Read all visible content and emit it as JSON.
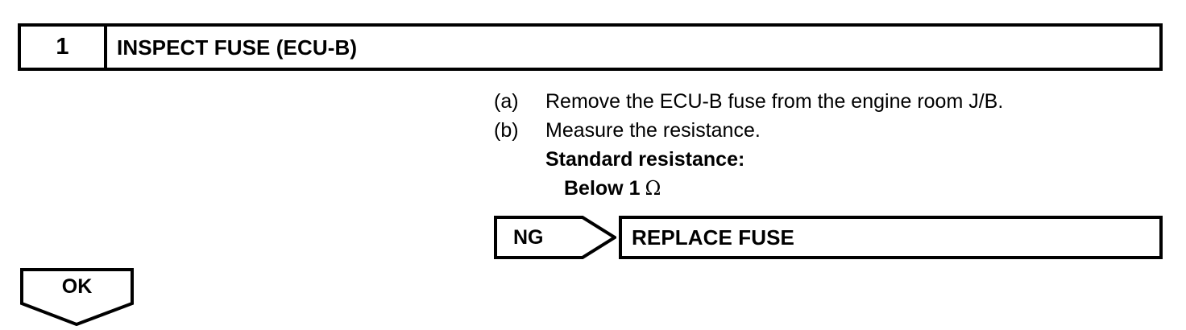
{
  "step": {
    "number": "1",
    "title": "INSPECT FUSE (ECU-B)"
  },
  "instructions": [
    {
      "marker": "(a)",
      "text": "Remove the ECU-B fuse from the engine room J/B."
    },
    {
      "marker": "(b)",
      "text": "Measure the resistance."
    },
    {
      "marker": "",
      "text": "Standard resistance:"
    },
    {
      "marker": "",
      "text": "Below 1",
      "unit": "Ω"
    }
  ],
  "branches": {
    "ng": {
      "label": "NG",
      "action": "REPLACE FUSE"
    },
    "ok": {
      "label": "OK"
    }
  },
  "colors": {
    "line": "#000000",
    "text": "#000000",
    "background": "#ffffff"
  }
}
